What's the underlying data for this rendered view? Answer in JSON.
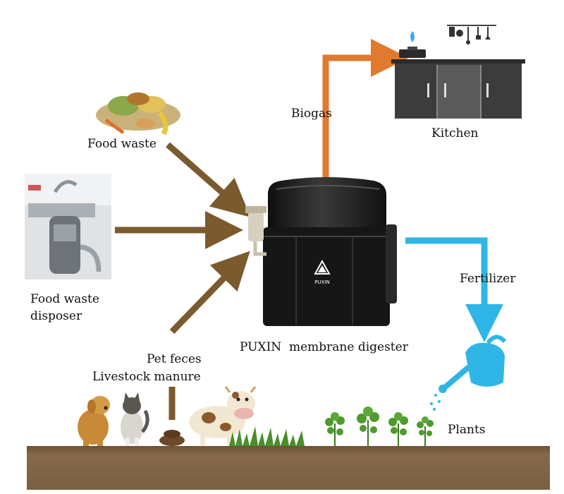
{
  "labels": {
    "food_waste": "Food waste",
    "disposer_line1": "Food waste",
    "disposer_line2": "disposer",
    "biogas": "Biogas",
    "kitchen": "Kitchen",
    "fertilizer": "Fertilizer",
    "pet_feces": "Pet feces",
    "livestock_manure": "Livestock manure",
    "digester": "PUXIN  membrane digester",
    "plants": "Plants",
    "brand": "PUXIN"
  },
  "colors": {
    "input_arrow": "#7a5a2e",
    "biogas_arrow": "#e07a2e",
    "fertilizer_arrow": "#2fb6e6",
    "digester_body": "#1c1c1c",
    "soil": "#7e6447",
    "cabinet": "#3a3a3a"
  },
  "icons": [
    "food-waste-icon",
    "disposer-icon",
    "digester-icon",
    "stove-icon",
    "utensils-icon",
    "watering-can-icon",
    "dog-icon",
    "cat-icon",
    "cow-icon",
    "manure-icon",
    "plant-icon",
    "grass-icon"
  ]
}
